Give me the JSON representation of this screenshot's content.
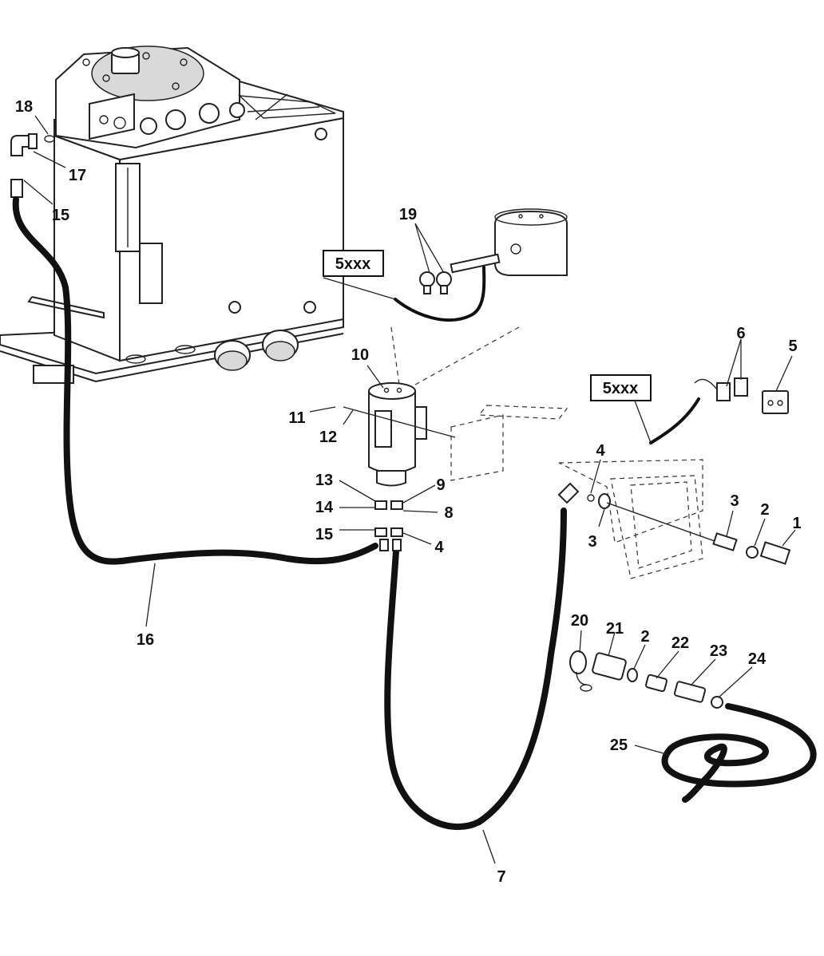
{
  "callouts": {
    "c1": "1",
    "c2a": "2",
    "c2b": "2",
    "c3a": "3",
    "c3b": "3",
    "c4a": "4",
    "c4b": "4",
    "c5": "5",
    "c6": "6",
    "c7": "7",
    "c8": "8",
    "c9": "9",
    "c10": "10",
    "c11": "11",
    "c12": "12",
    "c13": "13",
    "c14": "14",
    "c15a": "15",
    "c15b": "15",
    "c16": "16",
    "c17": "17",
    "c18": "18",
    "c19": "19",
    "c20": "20",
    "c21": "21",
    "c22": "22",
    "c23": "23",
    "c24": "24",
    "c25": "25"
  },
  "boxes": {
    "box_a": "5xxx",
    "box_b": "5xxx"
  }
}
